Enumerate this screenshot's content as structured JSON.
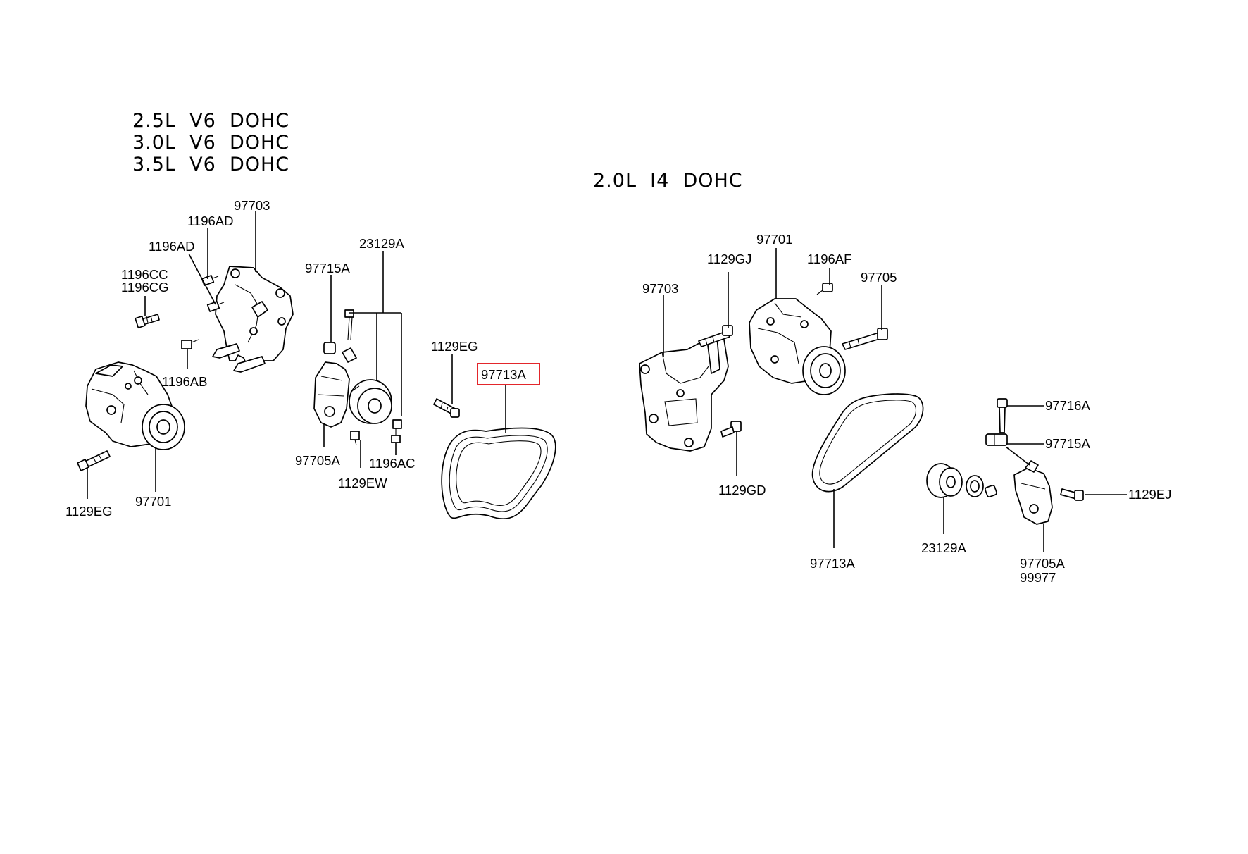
{
  "headings": {
    "v6": [
      "2.5L  V6  DOHC",
      "3.0L  V6  DOHC",
      "3.5L  V6  DOHC"
    ],
    "i4": "2.0L  I4  DOHC"
  },
  "v6_labels": {
    "l_97703": "97703",
    "l_1196AD_top": "1196AD",
    "l_1196AD_mid": "1196AD",
    "l_1196CC": "1196CC",
    "l_1196CG": "1196CG",
    "l_1196AB": "1196AB",
    "l_1129EG_left": "1129EG",
    "l_97701": "97701",
    "l_97715A": "97715A",
    "l_23129A": "23129A",
    "l_97705A": "97705A",
    "l_1129EW": "1129EW",
    "l_1196AC": "1196AC",
    "l_1129EG_mid": "1129EG",
    "l_97713A": "97713A"
  },
  "i4_labels": {
    "l_1129GJ": "1129GJ",
    "l_97701": "97701",
    "l_1196AF": "1196AF",
    "l_97705": "97705",
    "l_97703": "97703",
    "l_1129GD": "1129GD",
    "l_97713A": "97713A",
    "l_97716A": "97716A",
    "l_97715A": "97715A",
    "l_1129EJ": "1129EJ",
    "l_23129A": "23129A",
    "l_97705A": "97705A",
    "l_99977": "99977"
  },
  "colors": {
    "highlight": "#e3262b",
    "line": "#000000"
  },
  "highlighted_part": "97713A"
}
